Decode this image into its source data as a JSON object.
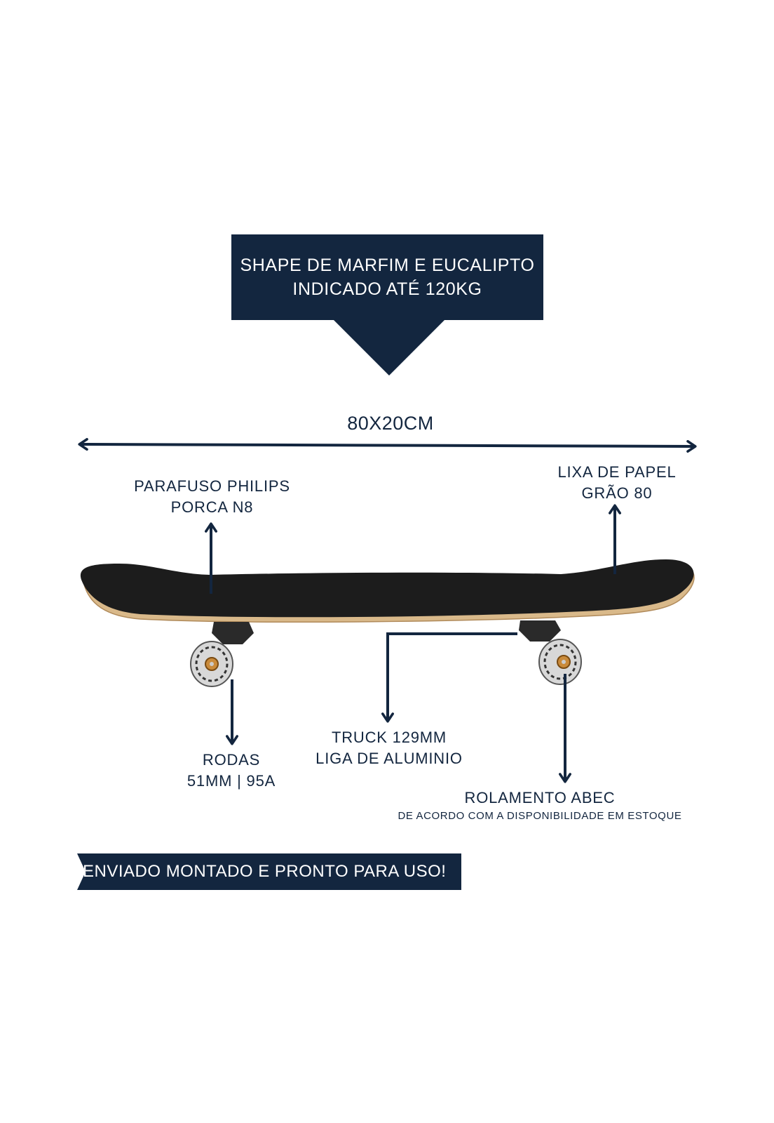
{
  "banner": {
    "line1": "SHAPE DE MARFIM E EUCALIPTO",
    "line2": "INDICADO ATÉ 120KG"
  },
  "dimension": "80X20CM",
  "parafuso": {
    "line1": "PARAFUSO PHILIPS",
    "line2": "PORCA N8"
  },
  "lixa": {
    "line1": "LIXA DE PAPEL",
    "line2": "GRÃO 80"
  },
  "rodas": {
    "line1": "RODAS",
    "line2": "51MM | 95A"
  },
  "truck": {
    "line1": "TRUCK 129MM",
    "line2": "LIGA DE ALUMINIO"
  },
  "rolamento": {
    "title": "ROLAMENTO ABEC",
    "note": "DE ACORDO COM A DISPONIBILIDADE EM ESTOQUE"
  },
  "ribbon": "ENVIADO MONTADO E PRONTO PARA USO!",
  "colors": {
    "navy": "#13263f",
    "grip": "#1c1c1c",
    "wood": "#d9b98a",
    "wheel": "#d8d8d8",
    "truck": "#2a2a2a"
  }
}
